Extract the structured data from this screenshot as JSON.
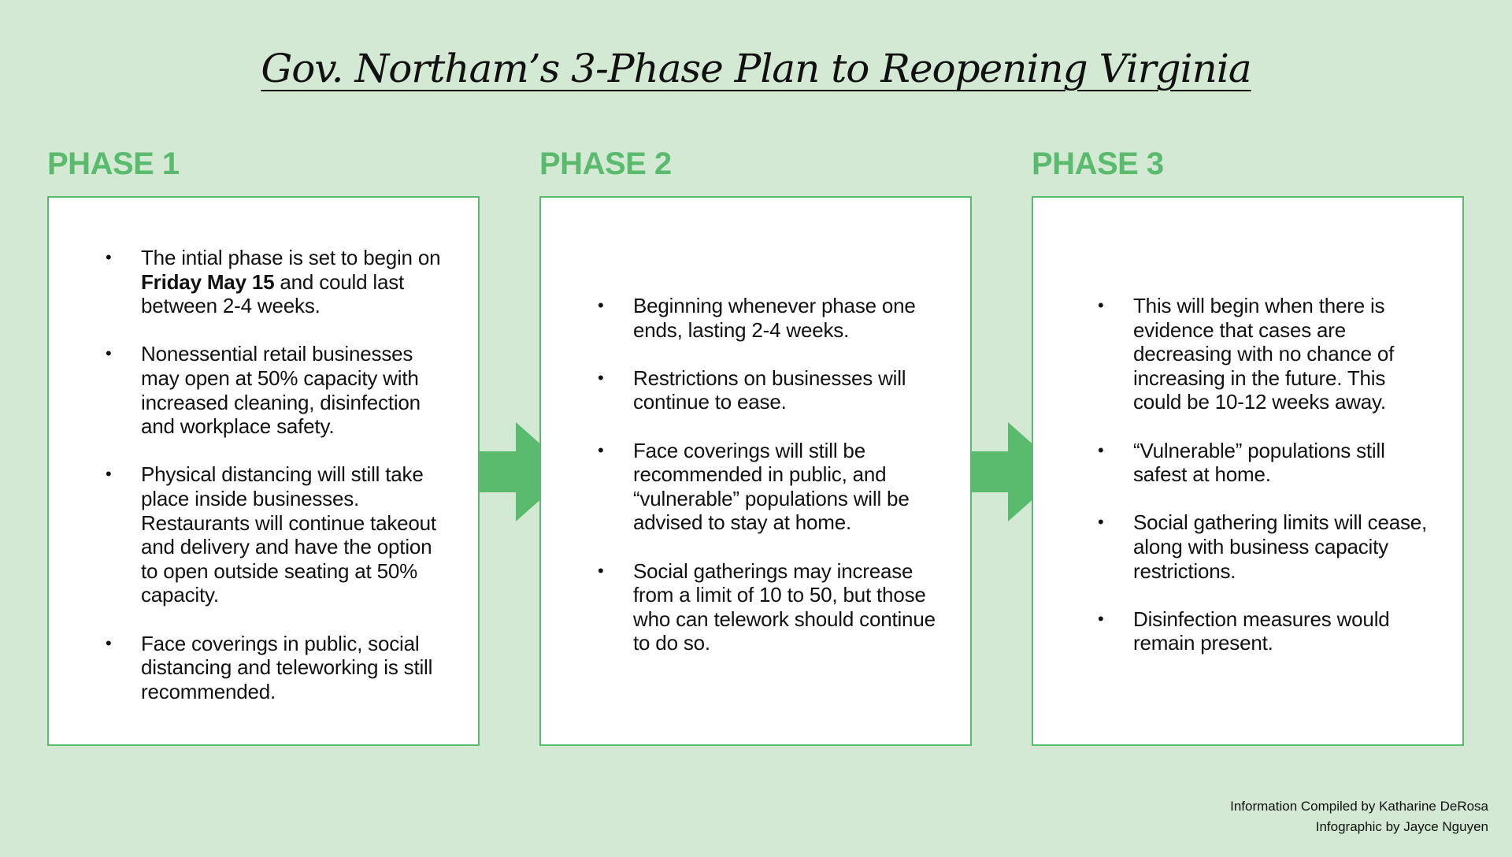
{
  "title": "Gov. Northam’s 3-Phase Plan to Reopening Virginia",
  "phases": [
    {
      "label": "PHASE 1",
      "items": [
        {
          "pre": "The intial phase is set to begin on ",
          "bold": "Friday May 15",
          "post": " and could last between 2-4 weeks."
        },
        {
          "pre": "Nonessential retail businesses may open at 50% capacity with increased cleaning, disinfection and workplace safety.",
          "bold": "",
          "post": ""
        },
        {
          "pre": "Physical distancing will still take place inside businesses. Restaurants will continue takeout and delivery and have the option to open outside seating at 50% capacity.",
          "bold": "",
          "post": ""
        },
        {
          "pre": "Face coverings in public, social distancing and teleworking is still recommended.",
          "bold": "",
          "post": ""
        }
      ]
    },
    {
      "label": "PHASE 2",
      "items": [
        {
          "pre": "Beginning whenever phase one ends, lasting 2-4 weeks.",
          "bold": "",
          "post": ""
        },
        {
          "pre": "Restrictions on businesses will continue to ease.",
          "bold": "",
          "post": ""
        },
        {
          "pre": "Face coverings will still be recommended in public, and “vulnerable” populations will be advised to stay at home.",
          "bold": "",
          "post": ""
        },
        {
          "pre": "Social gatherings may increase from a limit of 10 to 50, but those who can telework should continue to do so.",
          "bold": "",
          "post": ""
        }
      ]
    },
    {
      "label": "PHASE 3",
      "items": [
        {
          "pre": "This will begin when there is evidence that cases are decreasing with no chance of increasing in the future. This could be 10-12 weeks away.",
          "bold": "",
          "post": ""
        },
        {
          "pre": "“Vulnerable” populations still safest at home.",
          "bold": "",
          "post": ""
        },
        {
          "pre": "Social gathering limits will cease, along with business capacity restrictions.",
          "bold": "",
          "post": ""
        },
        {
          "pre": "Disinfection measures would remain present.",
          "bold": "",
          "post": ""
        }
      ]
    }
  ],
  "credits": {
    "line1": "Information Compiled by Katharine DeRosa",
    "line2": "Infographic by Jayce Nguyen"
  },
  "colors": {
    "background": "#d3e9d3",
    "accent": "#5aba6e",
    "panel": "#ffffff",
    "text": "#111111"
  },
  "icons": {
    "arrow_1": "right-arrow-icon",
    "arrow_2": "right-arrow-icon"
  }
}
